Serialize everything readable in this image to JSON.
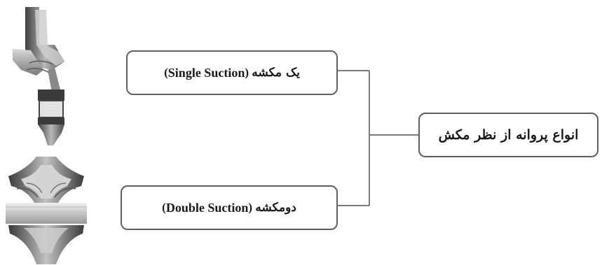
{
  "diagram": {
    "root": {
      "label": "انواع پروانه از نظر مکش"
    },
    "branches": [
      {
        "label_fa": "یک مکشه",
        "label_en": "Single Suction"
      },
      {
        "label_fa": "دومکشه",
        "label_en": "Double Suction"
      }
    ],
    "illustrations": [
      "single-suction-impeller",
      "double-suction-impeller"
    ],
    "colors": {
      "box_border": "#5f5f5f",
      "connector": "#7a7a7a",
      "text": "#1a1a1a"
    }
  }
}
